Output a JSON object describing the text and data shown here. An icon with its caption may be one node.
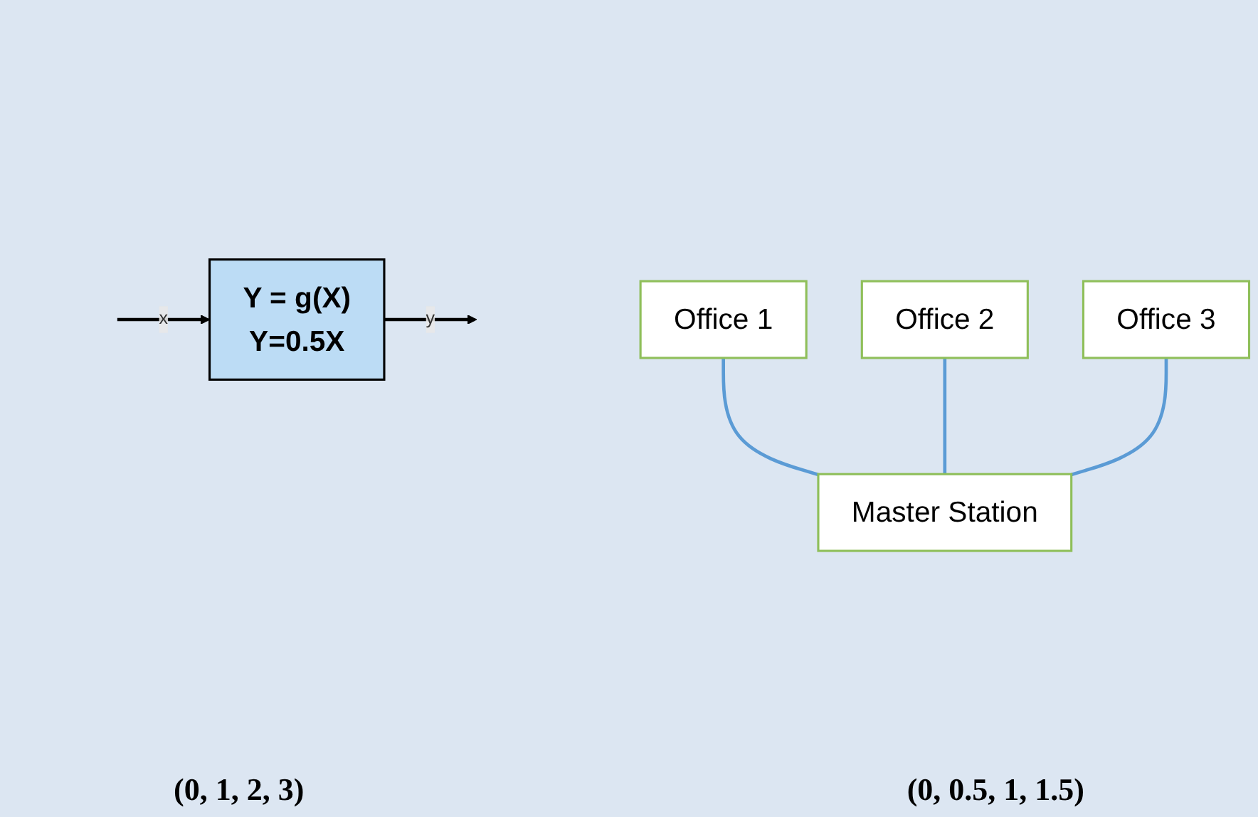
{
  "diagram": {
    "nodes": [
      {
        "text": [
          "Office 1"
        ]
      },
      {
        "text": [
          "Office 2"
        ]
      },
      {
        "text": [
          "Office 3"
        ]
      },
      {
        "text": [
          "Master Station"
        ]
      },
      {
        "text": [
          "Y = g(X)",
          "Y=0.5X"
        ]
      }
    ],
    "edges": [
      {
        "from": 0,
        "to": 3,
        "arrow": "none"
      },
      {
        "from": 1,
        "to": 3,
        "arrow": "none"
      },
      {
        "from": 2,
        "to": 3,
        "arrow": "none"
      },
      {
        "from": null,
        "to": 4,
        "arrow": "to",
        "label": "x",
        "color": "#000000"
      },
      {
        "from": 4,
        "to": null,
        "arrow": "to",
        "label": "y",
        "color": "#000000"
      }
    ],
    "labels": [
      "(0, 1, 2, 3)",
      "(0, 0.5, 1, 1.5)"
    ]
  }
}
